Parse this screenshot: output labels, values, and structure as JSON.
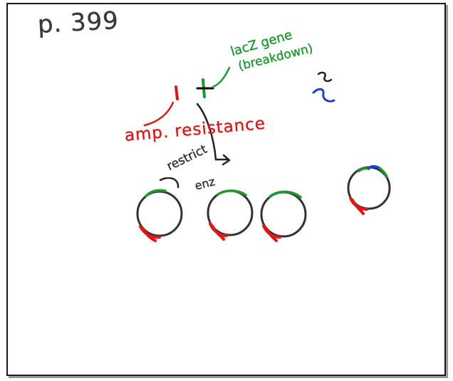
{
  "notes": {
    "page_ref": "p. 399",
    "lacz_line1": "lacZ gene",
    "lacz_line2": "(breakdown)",
    "amp_label": "amp. resistance",
    "restrict_label": "restrict",
    "enz_label": "enz"
  },
  "colors": {
    "ink_dark": "#3a3a3a",
    "ink_red": "#e01818",
    "ink_green": "#1f9a2f",
    "ink_blue": "#1c3fd6",
    "frame": "#1a1a1a"
  }
}
